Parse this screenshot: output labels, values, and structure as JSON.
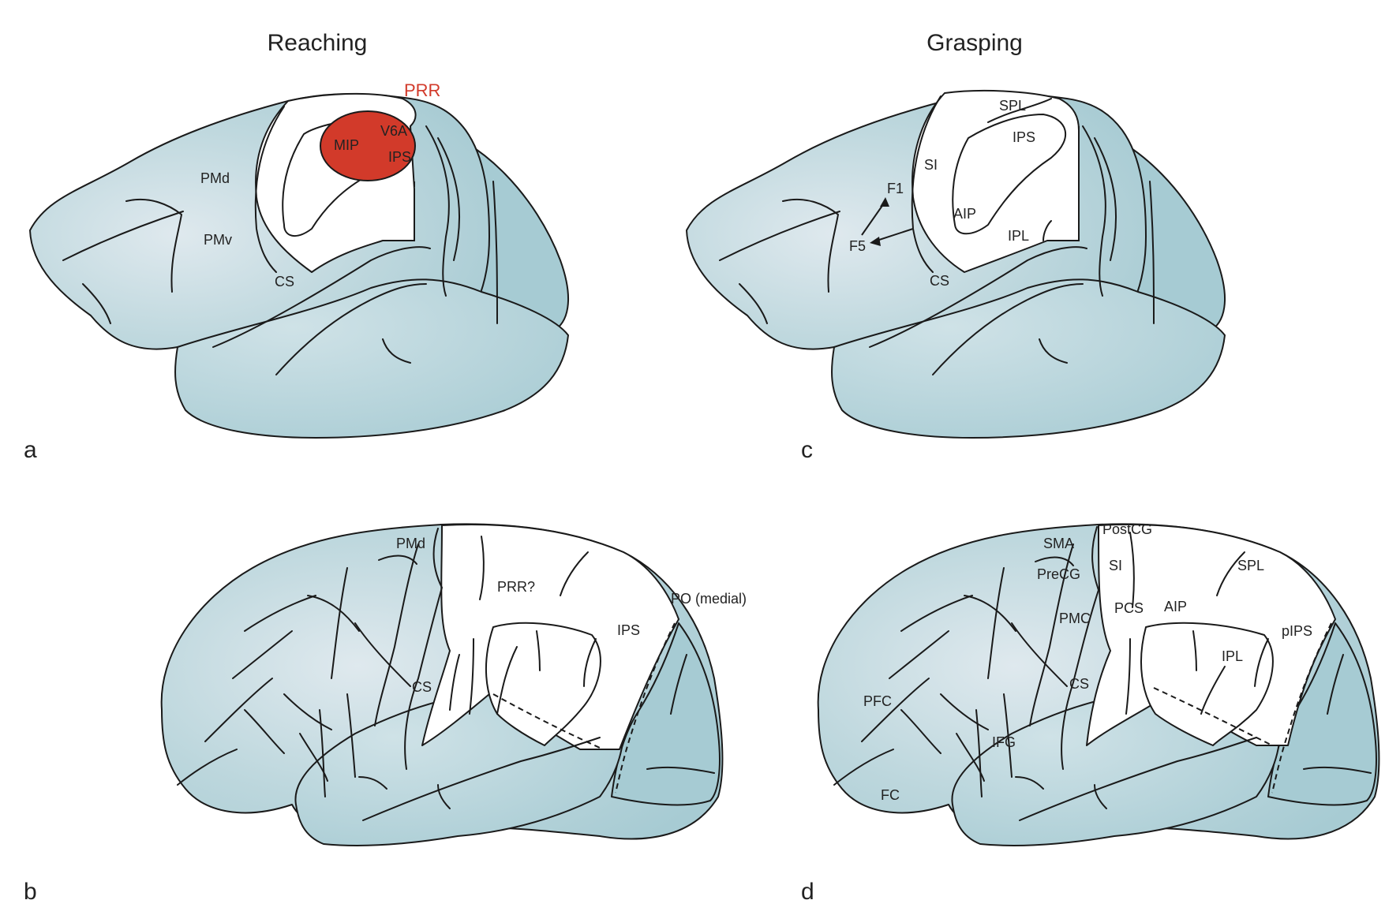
{
  "titles": {
    "reaching": "Reaching",
    "grasping": "Grasping"
  },
  "panel_letters": {
    "a": "a",
    "b": "b",
    "c": "c",
    "d": "d"
  },
  "panel_a": {
    "prr": "PRR",
    "mip": "MIP",
    "v6a": "V6A",
    "ips": "IPS",
    "pmd": "PMd",
    "pmv": "PMv",
    "cs": "CS"
  },
  "panel_b": {
    "pmd": "PMd",
    "prr": "PRR?",
    "po": "PO (medial)",
    "ips": "IPS",
    "cs": "CS"
  },
  "panel_c": {
    "spl": "SPL",
    "ips": "IPS",
    "si": "SI",
    "f1": "F1",
    "aip": "AIP",
    "f5": "F5",
    "ipl": "IPL",
    "cs": "CS"
  },
  "panel_d": {
    "postcg": "PostCG",
    "sma": "SMA",
    "si": "SI",
    "precg": "PreCG",
    "spl": "SPL",
    "pcs": "PCS",
    "aip": "AIP",
    "pmc": "PMC",
    "pips": "pIPS",
    "ipl": "IPL",
    "cs": "CS",
    "pfc": "PFC",
    "ifg": "IFG",
    "fc": "FC"
  },
  "colors": {
    "cortex_light": "#dfe9ee",
    "cortex_mid": "#b9d6dd",
    "cortex_dark": "#9fc6cf",
    "highlight_red": "#d23a2a",
    "outline": "#1a1a1a"
  }
}
